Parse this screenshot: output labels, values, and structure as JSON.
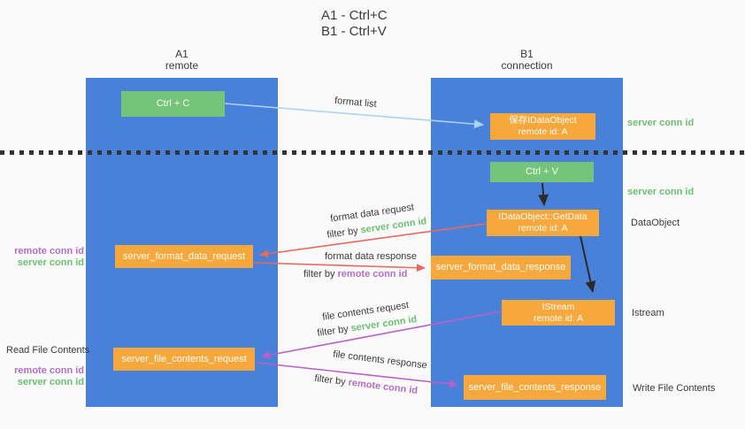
{
  "title": {
    "line1": "A1 - Ctrl+C",
    "line2": "B1 - Ctrl+V"
  },
  "lanes": {
    "left": {
      "id": "A1",
      "name": "remote"
    },
    "right": {
      "id": "B1",
      "name": "connection"
    }
  },
  "nodes": {
    "ctrl_c": "Ctrl + C",
    "save_idataobject": {
      "line1": "保存IDataObject",
      "line2": "remote id: A"
    },
    "ctrl_v": "Ctrl + V",
    "getdata": {
      "line1": "IDataObject::GetData",
      "line2": "remote id: A"
    },
    "server_format_data_request": "server_format_data_request",
    "server_format_data_response": "server_format_data_response",
    "istream": {
      "line1": "IStream",
      "line2": "remote id: A"
    },
    "server_file_contents_request": "server_file_contents_request",
    "server_file_contents_response": "server_file_contents_response"
  },
  "arrow_labels": {
    "format_list": "format list",
    "format_data_request": "format data request",
    "format_data_response": "format data response",
    "file_contents_request": "file contents request",
    "file_contents_response": "file contents response",
    "filter_prefix": "filter by ",
    "server_conn_id": "server conn id",
    "remote_conn_id": "remote conn id"
  },
  "side_labels": {
    "server_conn_id_top": "server conn id",
    "server_conn_id_mid": "server conn id",
    "dataobject": "DataObject",
    "istream": "Istream",
    "write_file_contents": "Write File Contents",
    "read_file_contents": "Read File Contents",
    "left_pair_1": {
      "remote": "remote conn id",
      "server": "server conn id"
    },
    "left_pair_2": {
      "remote": "remote conn id",
      "server": "server conn id"
    }
  },
  "colors": {
    "lane_blue": "#4a81d8",
    "box_green": "#74c47a",
    "box_orange": "#f7a83c",
    "arrow_blue": "#a8d4f2",
    "arrow_red": "#e8695e",
    "arrow_purple": "#bb5fc8",
    "arrow_black": "#2b2b2b",
    "text_green": "#6cc071",
    "text_purple": "#b46fc9"
  }
}
